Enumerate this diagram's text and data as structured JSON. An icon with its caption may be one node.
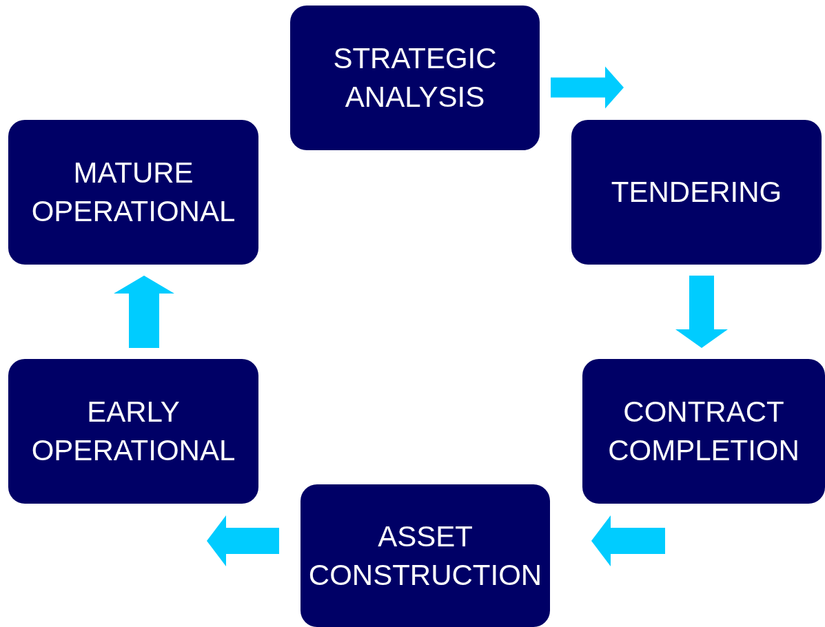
{
  "diagram": {
    "nodes": [
      {
        "text": [
          "STRATEGIC ANALYSIS"
        ]
      },
      {
        "text": [
          "TENDERING"
        ]
      },
      {
        "text": [
          "CONTRACT COMPLETION"
        ]
      },
      {
        "text": [
          "ASSET CONSTRUCTION"
        ]
      },
      {
        "text": [
          "EARLY OPERATIONAL"
        ]
      },
      {
        "text": [
          "MATURE OPERATIONAL"
        ]
      }
    ],
    "edges": [
      {
        "from": 0,
        "to": 1,
        "arrow": "to"
      },
      {
        "from": 1,
        "to": 2,
        "arrow": "to"
      },
      {
        "from": 2,
        "to": 3,
        "arrow": "to"
      },
      {
        "from": 3,
        "to": 4,
        "arrow": "to"
      },
      {
        "from": 4,
        "to": 5,
        "arrow": "to"
      }
    ]
  }
}
